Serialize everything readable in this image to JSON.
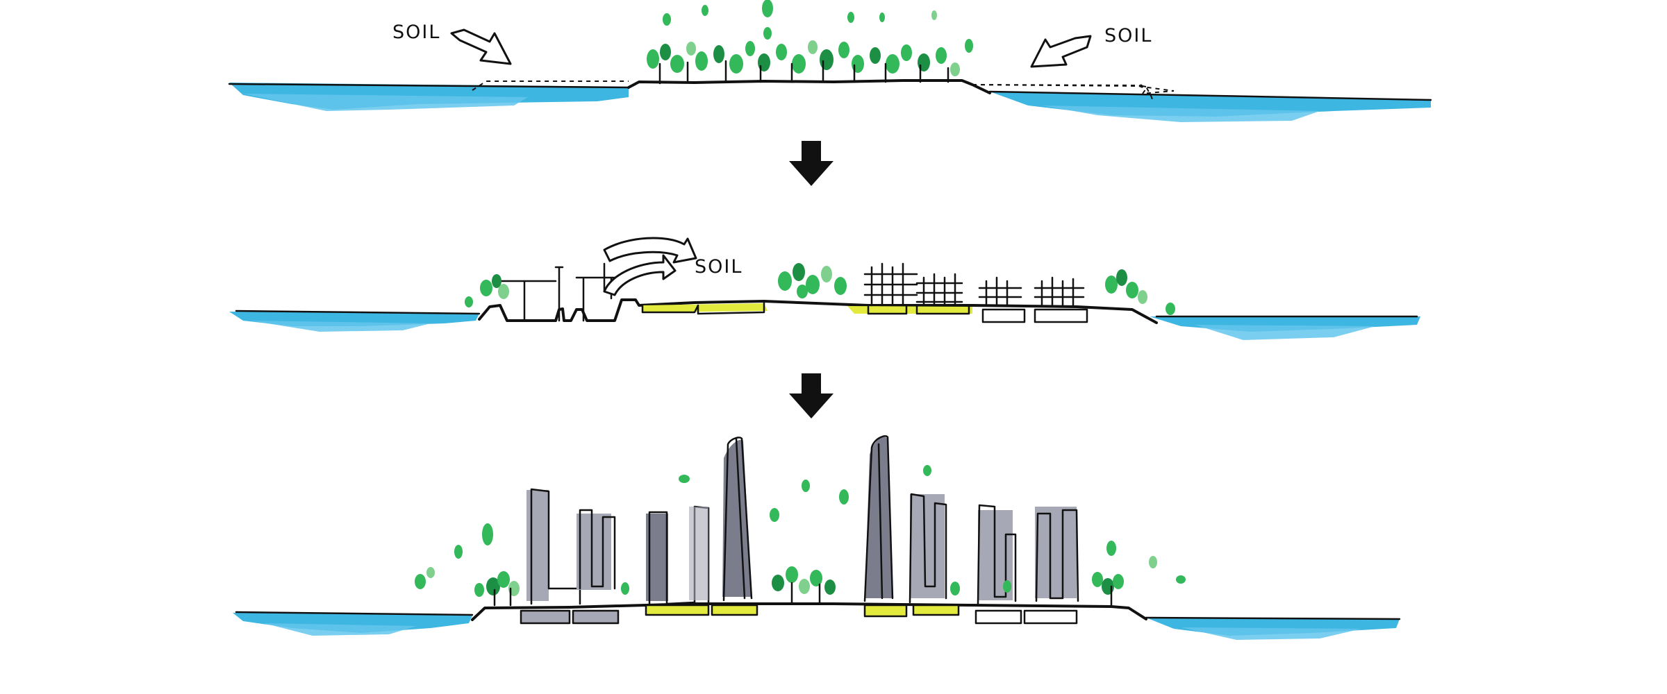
{
  "diagram": {
    "labels": {
      "soil_left": "SOIL",
      "soil_right": "SOIL",
      "soil_middle": "SOIL"
    },
    "colors": {
      "water": "#2eb0e0",
      "vegetation": "#33b85a",
      "fill_basement": "#e2ea3e",
      "towers": "#a7a8b5",
      "ink": "#111111"
    },
    "icons": {
      "step_arrow_1": "down-arrow-icon",
      "step_arrow_2": "down-arrow-icon",
      "soil_arrows": "hollow-arrow-icon"
    }
  }
}
